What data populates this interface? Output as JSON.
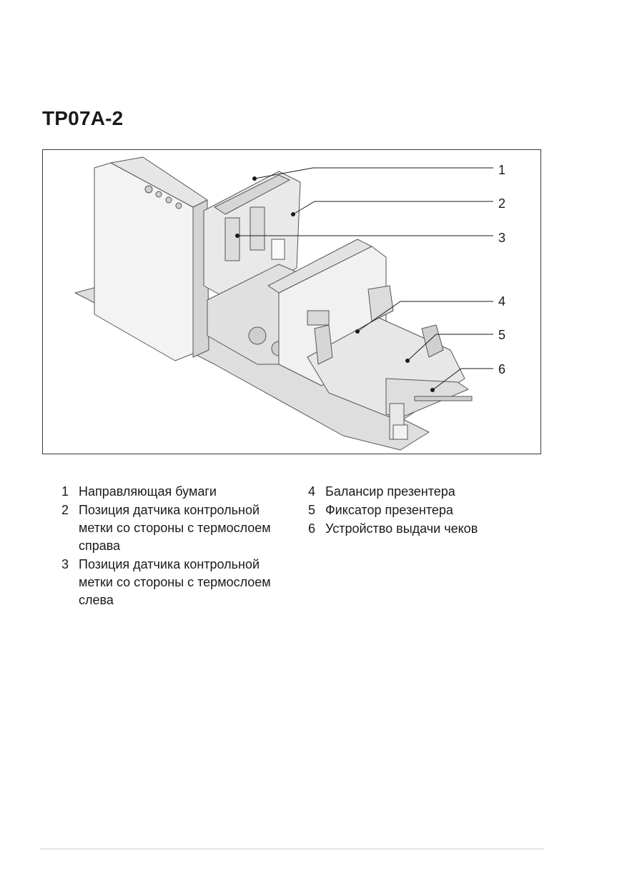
{
  "title": "TP07A-2",
  "callouts": [
    "1",
    "2",
    "3",
    "4",
    "5",
    "6"
  ],
  "legend_left": [
    {
      "num": "1",
      "text": "Направляющая бумаги"
    },
    {
      "num": "2",
      "text": "Позиция датчика контрольной метки со стороны с термослоем справа"
    },
    {
      "num": "3",
      "text": "Позиция датчика контрольной метки со стороны с термослоем слева"
    }
  ],
  "legend_right": [
    {
      "num": "4",
      "text": "Балансир презентера"
    },
    {
      "num": "5",
      "text": "Фиксатор презентера"
    },
    {
      "num": "6",
      "text": "Устройство выдачи чеков"
    }
  ]
}
